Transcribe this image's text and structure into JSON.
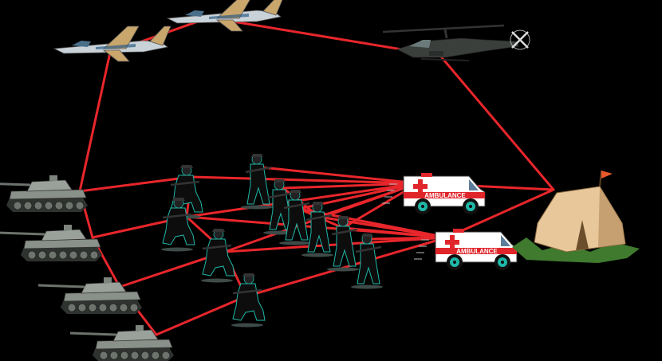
{
  "ambulance_label": "AMBULANCE",
  "colors": {
    "background": "#000000",
    "link": "#e8262b",
    "jet_body": "#c9d2d8",
    "jet_camo": "#c9a66b",
    "helicopter": "#3b3f3c",
    "tank": "#8a918a",
    "soldier": "#0d0d0d",
    "soldier_outline": "#1fb8a8",
    "ambulance_body": "#ffffff",
    "ambulance_stripe": "#e0262b",
    "ambulance_wheel": "#1fb8a8",
    "tent": "#e8c79a",
    "tent_shadow": "#b8905e",
    "flag": "#e8582a",
    "grass": "#3f7a2e"
  },
  "nodes": [
    {
      "id": "jet-1",
      "kind": "jet",
      "icon": "fighter-jet-icon"
    },
    {
      "id": "jet-2",
      "kind": "jet",
      "icon": "fighter-jet-icon"
    },
    {
      "id": "helicopter",
      "kind": "helicopter",
      "icon": "attack-helicopter-icon"
    },
    {
      "id": "tank-1",
      "kind": "tank",
      "icon": "tank-icon"
    },
    {
      "id": "tank-2",
      "kind": "tank",
      "icon": "tank-icon"
    },
    {
      "id": "tank-3",
      "kind": "tank",
      "icon": "tank-icon"
    },
    {
      "id": "tank-4",
      "kind": "tank",
      "icon": "tank-icon"
    },
    {
      "id": "soldier-1",
      "kind": "soldier",
      "icon": "kneeling-soldier-icon"
    },
    {
      "id": "soldier-2",
      "kind": "soldier",
      "icon": "kneeling-soldier-icon"
    },
    {
      "id": "soldier-3",
      "kind": "soldier",
      "icon": "standing-soldier-icon"
    },
    {
      "id": "soldier-4",
      "kind": "soldier",
      "icon": "standing-soldier-icon"
    },
    {
      "id": "soldier-5",
      "kind": "soldier",
      "icon": "standing-soldier-icon"
    },
    {
      "id": "soldier-6",
      "kind": "soldier",
      "icon": "standing-soldier-icon"
    },
    {
      "id": "soldier-7",
      "kind": "soldier",
      "icon": "standing-soldier-icon"
    },
    {
      "id": "soldier-8",
      "kind": "soldier",
      "icon": "standing-soldier-icon"
    },
    {
      "id": "soldier-9",
      "kind": "soldier",
      "icon": "kneeling-soldier-icon"
    },
    {
      "id": "soldier-10",
      "kind": "soldier",
      "icon": "kneeling-soldier-icon"
    },
    {
      "id": "ambulance-1",
      "kind": "ambulance",
      "icon": "ambulance-icon"
    },
    {
      "id": "ambulance-2",
      "kind": "ambulance",
      "icon": "ambulance-icon"
    },
    {
      "id": "tent",
      "kind": "tent",
      "icon": "field-hospital-tent-icon"
    }
  ],
  "links": [
    [
      "jet-1",
      "jet-2"
    ],
    [
      "jet-2",
      "helicopter"
    ],
    [
      "jet-1",
      "tank-1"
    ],
    [
      "helicopter",
      "tent"
    ],
    [
      "tank-1",
      "tank-2"
    ],
    [
      "tank-2",
      "tank-3"
    ],
    [
      "tank-3",
      "tank-4"
    ],
    [
      "tank-1",
      "soldier-1"
    ],
    [
      "tank-2",
      "soldier-2"
    ],
    [
      "tank-3",
      "soldier-9"
    ],
    [
      "tank-4",
      "soldier-10"
    ],
    [
      "soldier-1",
      "soldier-2"
    ],
    [
      "soldier-2",
      "soldier-9"
    ],
    [
      "soldier-9",
      "soldier-10"
    ],
    [
      "soldier-1",
      "ambulance-1"
    ],
    [
      "soldier-3",
      "ambulance-1"
    ],
    [
      "soldier-4",
      "ambulance-1"
    ],
    [
      "soldier-5",
      "ambulance-1"
    ],
    [
      "soldier-2",
      "ambulance-1"
    ],
    [
      "soldier-6",
      "ambulance-1"
    ],
    [
      "soldier-7",
      "ambulance-1"
    ],
    [
      "soldier-9",
      "ambulance-1"
    ],
    [
      "soldier-2",
      "ambulance-2"
    ],
    [
      "soldier-5",
      "ambulance-2"
    ],
    [
      "soldier-6",
      "ambulance-2"
    ],
    [
      "soldier-7",
      "ambulance-2"
    ],
    [
      "soldier-8",
      "ambulance-2"
    ],
    [
      "soldier-9",
      "ambulance-2"
    ],
    [
      "soldier-10",
      "ambulance-2"
    ],
    [
      "soldier-4",
      "soldier-6"
    ],
    [
      "soldier-5",
      "soldier-7"
    ],
    [
      "ambulance-1",
      "tent"
    ],
    [
      "ambulance-2",
      "tent"
    ]
  ]
}
